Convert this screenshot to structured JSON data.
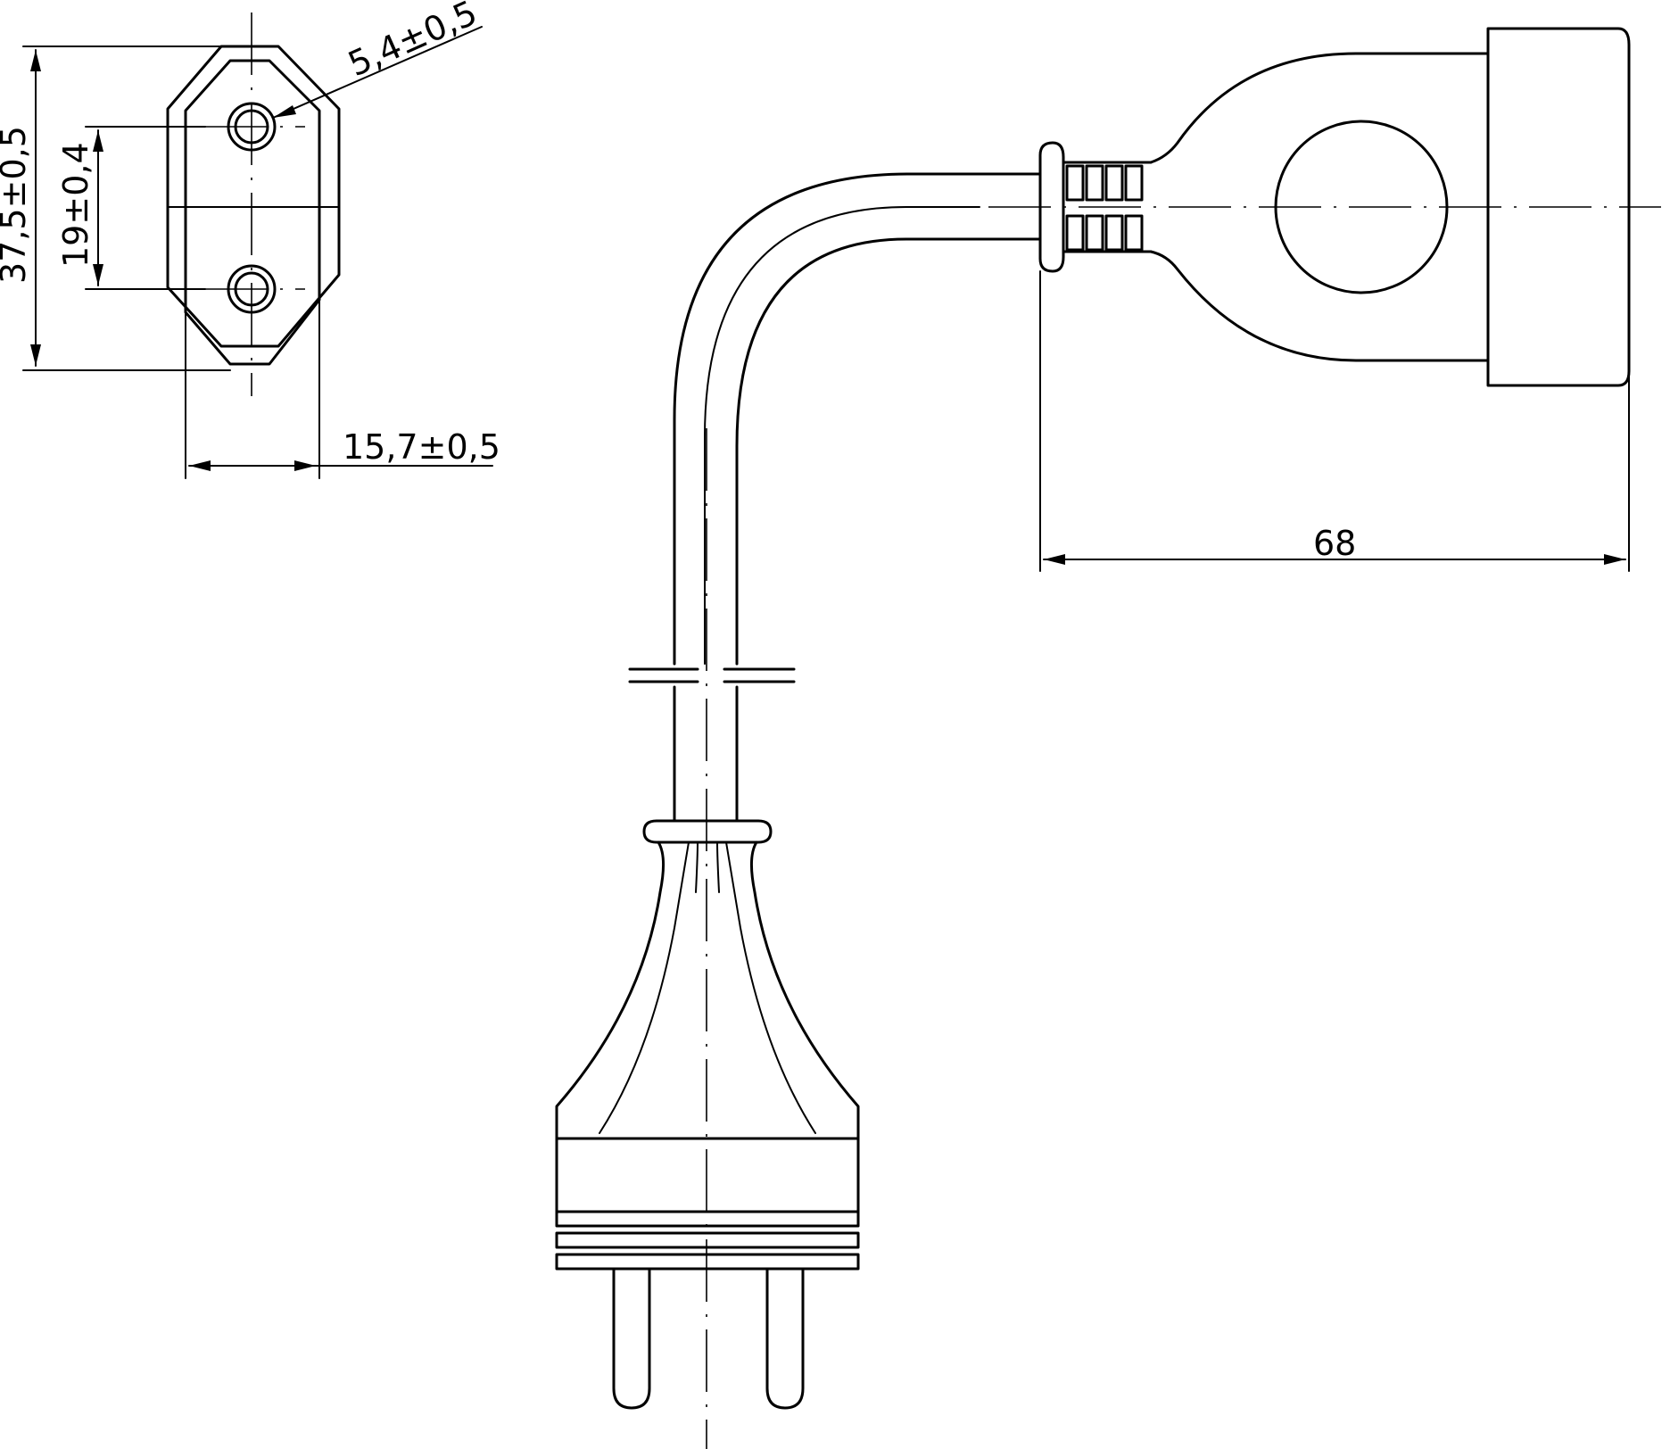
{
  "dimensions": {
    "pin_diameter": "5,4±0,5",
    "plug_face_height": "37,5±0,5",
    "pin_spacing": "19±0,4",
    "plug_face_width": "15,7±0,5",
    "connector_length": "68"
  },
  "colors": {
    "line": "#000000",
    "background": "#ffffff"
  }
}
